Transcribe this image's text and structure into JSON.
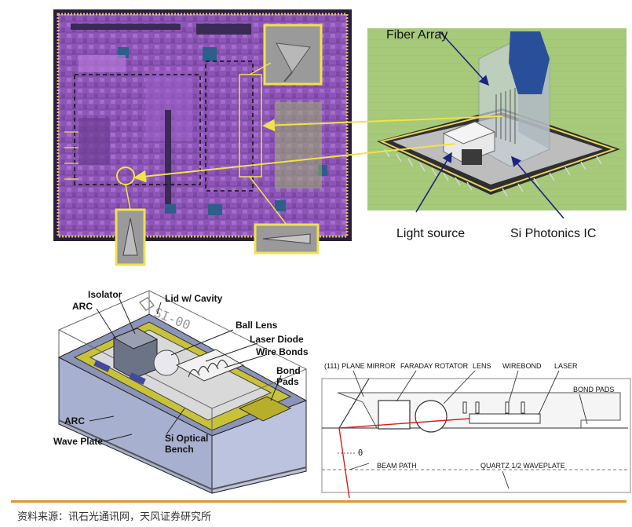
{
  "panel_chip": {
    "labels": {
      "fiber_array": "Fiber Array",
      "light_source": "Light source",
      "si_photonics_ic": "Si Photonics IC"
    }
  },
  "panel_module": {
    "labels": {
      "isolator": "Isolator",
      "lid": "Lid w/ Cavity",
      "arc_top": "ARC",
      "ball_lens": "Ball Lens",
      "laser_diode": "Laser Diode",
      "wire_bonds": "Wire Bonds",
      "bond_pads": "Bond Pads",
      "arc_bottom": "ARC",
      "wave_plate": "Wave Plate",
      "si_optical_bench": "Si Optical Bench"
    }
  },
  "panel_cross_section": {
    "labels": {
      "plane_mirror": "(111) PLANE MIRROR",
      "faraday_rotator": "FARADAY ROTATOR",
      "lens": "LENS",
      "wirebond": "WIREBOND",
      "laser": "LASER",
      "bond_pads": "BOND PADS",
      "theta": "θ",
      "beam_path": "BEAM PATH",
      "waveplate": "QUARTZ 1/2 WAVEPLATE"
    }
  },
  "footer": {
    "source": "资料来源：讯石光通讯网，天风证券研究所"
  },
  "colors": {
    "chip_purple": "#8e55b8",
    "chip_dark": "#2a1f3a",
    "highlight_yellow": "#f0e24a",
    "pcb_green": "#9cc16b",
    "fiber_blue": "#2a4f9a",
    "beam_red": "#d42020",
    "footer_rule": "#e8912d",
    "module_blue": "#9aa4c8",
    "pad_olive": "#c8c23a"
  }
}
